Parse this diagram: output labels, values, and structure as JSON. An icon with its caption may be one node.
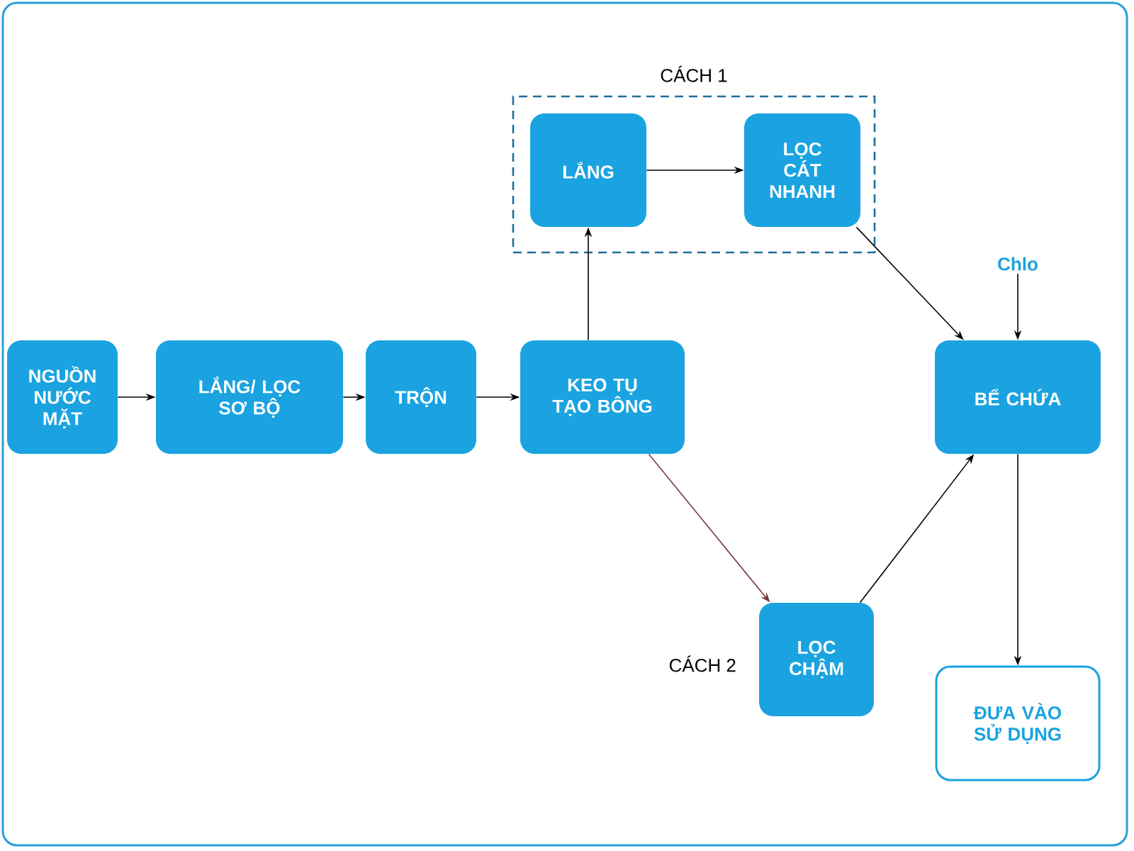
{
  "diagram": {
    "nodes": [
      {
        "text": [
          "NGUỒN NƯỚC MẶT"
        ]
      },
      {
        "text": [
          "LẮNG/ LỌC SƠ BỘ"
        ]
      },
      {
        "text": [
          "TRỘN"
        ]
      },
      {
        "text": [
          "KEO TỤ TẠO BÔNG"
        ]
      },
      {
        "text": [
          "CÁCH 1"
        ]
      },
      {
        "text": [
          "LẮNG"
        ],
        "in": 4
      },
      {
        "text": [
          "LỌC CÁT NHANH"
        ],
        "in": 4
      },
      {
        "text": [
          "Chlo"
        ]
      },
      {
        "text": [
          "BỂ CHỨA"
        ]
      },
      {
        "text": [
          "LỌC CHẬM"
        ],
        "beside": [
          "CÁCH 2"
        ]
      },
      {
        "text": [
          "ĐƯA VÀO SỬ DỤNG"
        ]
      }
    ],
    "edges": [
      {
        "from": 0,
        "to": 1,
        "arrow": "to"
      },
      {
        "from": 1,
        "to": 2,
        "arrow": "to"
      },
      {
        "from": 2,
        "to": 3,
        "arrow": "to"
      },
      {
        "from": 3,
        "to": 5,
        "arrow": "to"
      },
      {
        "from": 5,
        "to": 6,
        "arrow": "to"
      },
      {
        "from": 6,
        "to": 8,
        "arrow": "to"
      },
      {
        "from": 7,
        "to": 8,
        "arrow": "to"
      },
      {
        "from": 3,
        "to": 9,
        "arrow": "to",
        "color": "#7a3b3b"
      },
      {
        "from": 9,
        "to": 8,
        "arrow": "to"
      },
      {
        "from": 8,
        "to": 10,
        "arrow": "to"
      }
    ]
  }
}
